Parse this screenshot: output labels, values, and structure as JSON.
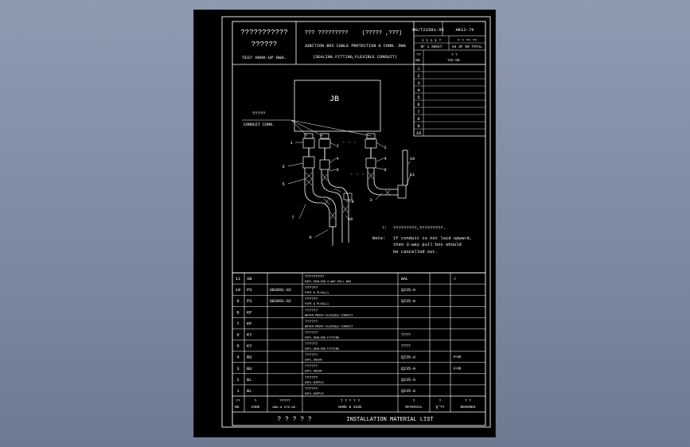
{
  "title_block": {
    "left_line1": "???????????",
    "left_line2": "??????",
    "left_line3": "TEST HOOK-UP DWG.",
    "mid_line1": "??? ?????????",
    "mid_line1b": "(?????  ,???)",
    "mid_line2": "JUNCTION BOX CABLE PROTECTION & CONN. DWG",
    "mid_line3": "(SEALING FITTING,FLEXIBLE CONDUIT)",
    "std_no": "HG/T21581-95",
    "sheet_code": "HK12-76",
    "sheet_of": "1  1  1  1  ?",
    "sheet_of2": "?  ?  ??  ??",
    "sheet_lbl1": "OF 1  SHEET",
    "sheet_lbl2": "84 OF 90 TOTAL"
  },
  "rev_table": {
    "hdr_no": "??\nNO.",
    "hdr_tag": "?\nTAG NO.",
    "rows": [
      "1",
      "2",
      "3",
      "4",
      "5",
      "6",
      "7",
      "8",
      "9",
      "10"
    ]
  },
  "diagram": {
    "jb_label": "JB",
    "conduit_conn_label1": "?????",
    "conduit_conn_label2": "CONDUIT CONN.",
    "callouts": [
      "1",
      "2",
      "3",
      "4",
      "5",
      "6",
      "7",
      "8",
      "9",
      "10",
      "11",
      "2",
      "4",
      "6",
      "3",
      "10"
    ],
    "note_label": "?:",
    "note_cn": "?????????,?????????.",
    "note_en_hdr": "Note:",
    "note_en1": "If conduit is not laid upward,",
    "note_en2": "then 3-way pull box should",
    "note_en3": "be cancelled out."
  },
  "material_list": {
    "rows": [
      {
        "no": "11",
        "code": "XB",
        "std": "",
        "name_cn": "?????????",
        "name_en": "EXPL.SEALING 3-WAY PULL BOX",
        "mat": "BAL",
        "qty": "",
        "rem": "□"
      },
      {
        "no": "10",
        "code": "PS",
        "std": "GB3091-82",
        "name_cn": "??????",
        "name_en": "PIPE & PLUG(1)",
        "mat": "Q235-A",
        "qty": "",
        "rem": ""
      },
      {
        "no": "9",
        "code": "PS",
        "std": "GB3091-82",
        "name_cn": "??????",
        "name_en": "PIPE & PLUG(1)",
        "mat": "Q235-A",
        "qty": "",
        "rem": ""
      },
      {
        "no": "8",
        "code": "KF",
        "std": "",
        "name_cn": "??????",
        "name_en": "WATER-PROOF FLEXIBLE CONDUIT",
        "mat": "",
        "qty": "",
        "rem": ""
      },
      {
        "no": "7",
        "code": "KF",
        "std": "",
        "name_cn": "??????",
        "name_en": "WATER-PROOF FLEXIBLE CONDUIT",
        "mat": "",
        "qty": "",
        "rem": ""
      },
      {
        "no": "6",
        "code": "KY",
        "std": "",
        "name_cn": "??????",
        "name_en": "EXPL.SEALING FITTING",
        "mat": "????",
        "qty": "",
        "rem": ""
      },
      {
        "no": "5",
        "code": "KY",
        "std": "",
        "name_cn": "??????",
        "name_en": "EXPL.SEALING FITTING",
        "mat": "????",
        "qty": "",
        "rem": ""
      },
      {
        "no": "4",
        "code": "BU",
        "std": "",
        "name_cn": "??????",
        "name_en": "EXPL.UNION",
        "mat": "Q235-A",
        "qty": "",
        "rem": "F×M"
      },
      {
        "no": "3",
        "code": "BU",
        "std": "",
        "name_cn": "??????",
        "name_en": "EXPL.UNION",
        "mat": "Q235-A",
        "qty": "",
        "rem": "F×M"
      },
      {
        "no": "2",
        "code": "BL",
        "std": "",
        "name_cn": "??????",
        "name_en": "EXPL.NIPPLE",
        "mat": "Q235-A",
        "qty": "",
        "rem": ""
      },
      {
        "no": "1",
        "code": "BL",
        "std": "",
        "name_cn": "??????",
        "name_en": "EXPL.NIPPLE",
        "mat": "Q235-A",
        "qty": "",
        "rem": ""
      }
    ],
    "hdr_no": "??\nNO.",
    "hdr_code": "?\nCODE",
    "hdr_std": "?????\nDWG.& STD.NO.",
    "hdr_name": "?  ?  ?  ?  ?\nNAME & SIZE",
    "hdr_mat": "?\nMATERIAL",
    "hdr_qty": "?\nQ'TY",
    "hdr_rem": "?  ?\nREMARKS",
    "footer_cn": "?  ?  ?  ?  ?",
    "footer_en": "INSTALLATION MATERIAL LIST"
  }
}
